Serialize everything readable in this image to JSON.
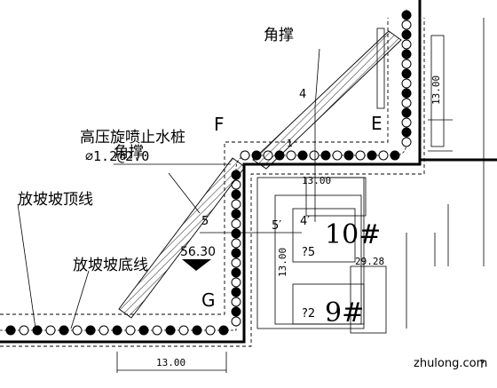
{
  "labels": {
    "corner_brace_top": "角撑",
    "corner_brace_mid": "角撑",
    "jet_pile_title": "高压旋喷止水桩",
    "jet_pile_spec": "∅1.2@2.0",
    "slope_top_line": "放坡坡顶线",
    "slope_bottom_line": "放坡坡底线",
    "point_e": "E",
    "point_f": "F",
    "point_g": "G",
    "elevation": "56.30",
    "building_10": "10#",
    "building_9": "9#",
    "floors_10": "?5",
    "floors_9": "?2",
    "ref_4": "4",
    "ref_4_prime": "4′",
    "ref_5": "5",
    "ref_5_prime": "5′",
    "ref_1": "1",
    "dim_13_right": "13.00",
    "dim_13_top_block": "13.00",
    "dim_13_left_block": "13.00",
    "dim_13_bottom": "13.00",
    "dim_29_28": "29.28",
    "watermark": "zhulong.com",
    "corner_mark": "?"
  },
  "colors": {
    "line": "#000000",
    "pile_fill": "#000000",
    "brace_hatch": "#000000",
    "watermark": "#c8c8c8"
  }
}
